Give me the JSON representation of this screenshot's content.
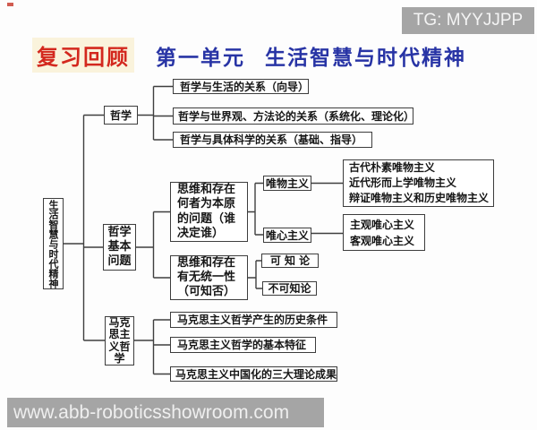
{
  "watermarks": {
    "top_right": "TG: MYYJJPP",
    "bottom_left": "www.abb-roboticsshowroom.com"
  },
  "title": {
    "review": "复习回顾",
    "unit": "第一单元",
    "topic": "生活智慧与时代精神"
  },
  "colors": {
    "review_red": "#d3281e",
    "title_blue": "#2834a5",
    "watermark_gray": "#a5a5a5",
    "line_color": "#3f3f3f"
  },
  "tree": {
    "root": {
      "label": "生活智慧与时代精神"
    },
    "philosophy": {
      "label": "哲学",
      "children": [
        {
          "label": "哲学与生活的关系（向导）"
        },
        {
          "label": "哲学与世界观、方法论的关系（系统化、理论化）"
        },
        {
          "label": "哲学与具体科学的关系（基础、指导）"
        }
      ]
    },
    "basic_question": {
      "label": "哲学\n基本\n问题",
      "children": [
        {
          "label": "思维和存在\n何者为本原\n的问题（谁\n决定谁）",
          "children": [
            {
              "label": "唯物主义",
              "children": [
                {
                  "label": "古代朴素唯物主义\n近代形而上学唯物主义\n辩证唯物主义和历史唯物主义"
                }
              ]
            },
            {
              "label": "唯心主义",
              "children": [
                {
                  "label": "主观唯心主义\n客观唯心主义"
                }
              ]
            }
          ]
        },
        {
          "label": "思维和存在\n有无统一性\n（可知否）",
          "children": [
            {
              "label": "可 知 论"
            },
            {
              "label": "不可知论"
            }
          ]
        }
      ]
    },
    "marxism": {
      "label": "马克\n思主\n义哲\n学",
      "children": [
        {
          "label": "马克思主义哲学产生的历史条件"
        },
        {
          "label": "马克思主义哲学的基本特征"
        },
        {
          "label": "马克思主义中国化的三大理论成果"
        }
      ]
    }
  }
}
